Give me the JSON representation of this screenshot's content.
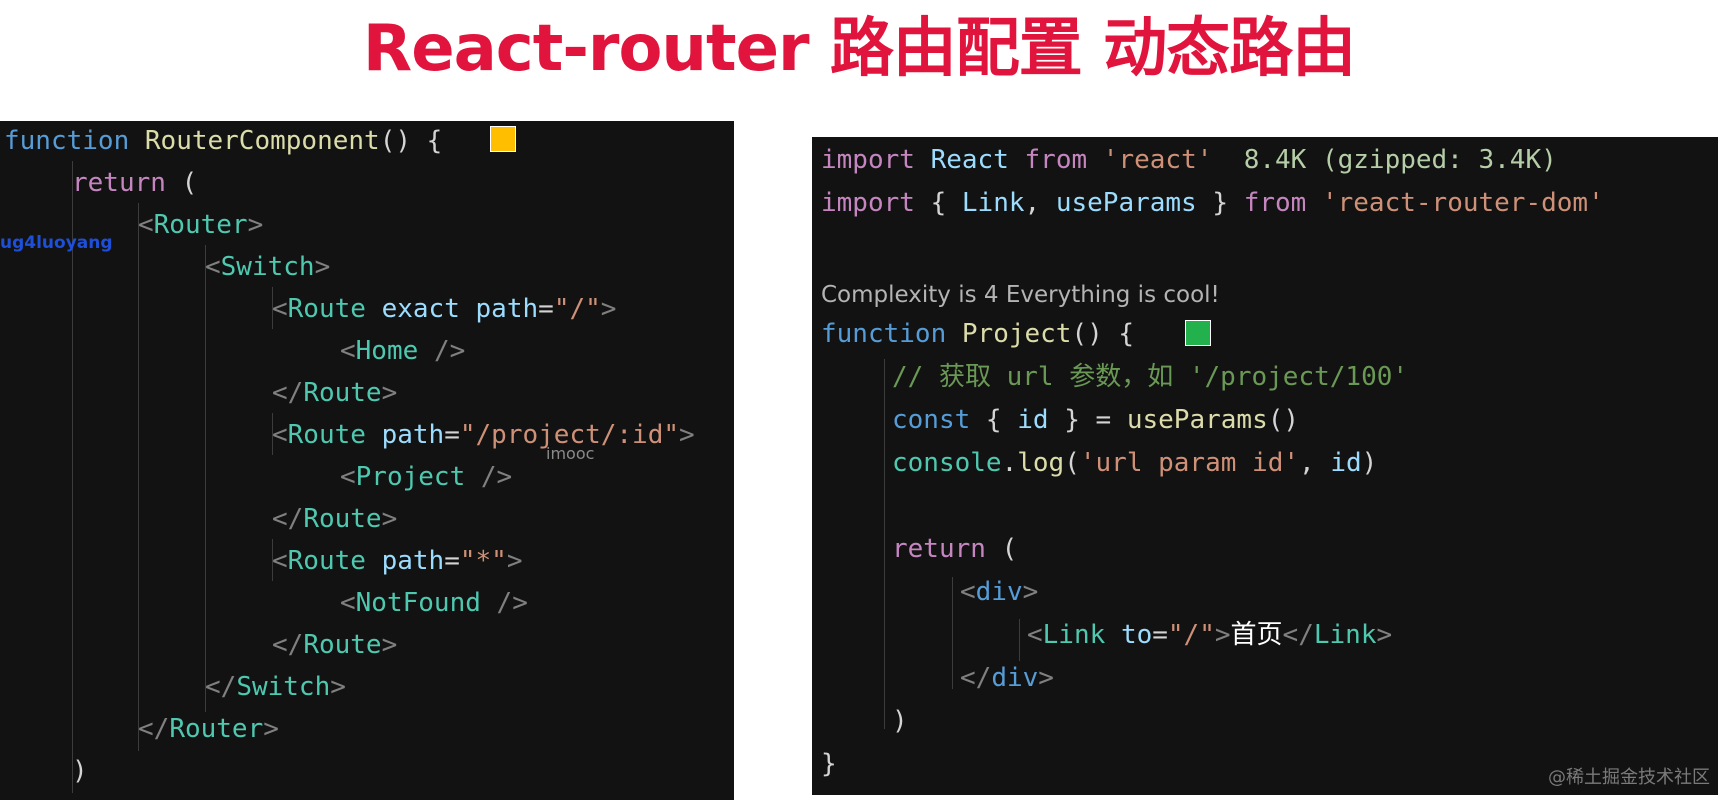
{
  "title": "React-router 路由配置 动态路由",
  "colors": {
    "title": "#e0143c",
    "panel_bg": "#121212",
    "keyword_purple": "#c586c0",
    "keyword_blue": "#569cd6",
    "tag": "#4ec9b0",
    "attribute": "#9cdcfe",
    "string": "#ce9178",
    "function_name": "#dcdcaa",
    "comment": "#6a9955",
    "swatch_yellow": "#ffbf00",
    "swatch_green": "#22b14c"
  },
  "left": {
    "overlay_user": "ug4luoyang",
    "overlay_mark": "imooc",
    "lines": [
      [
        [
          "k-blue",
          "function"
        ],
        [
          "k-white",
          " "
        ],
        [
          "k-fn",
          "RouterComponent"
        ],
        [
          "k-white",
          "() { "
        ]
      ],
      [
        [
          "k-purple",
          "return"
        ],
        [
          "k-white",
          " ("
        ]
      ],
      [
        [
          "k-punc",
          "<"
        ],
        [
          "k-tag",
          "Router"
        ],
        [
          "k-punc",
          ">"
        ]
      ],
      [
        [
          "k-punc",
          "<"
        ],
        [
          "k-tag",
          "Switch"
        ],
        [
          "k-punc",
          ">"
        ]
      ],
      [
        [
          "k-punc",
          "<"
        ],
        [
          "k-tag",
          "Route"
        ],
        [
          "k-white",
          " "
        ],
        [
          "k-attr",
          "exact"
        ],
        [
          "k-white",
          " "
        ],
        [
          "k-attr",
          "path"
        ],
        [
          "k-white",
          "="
        ],
        [
          "k-str",
          "\"/\""
        ],
        [
          "k-punc",
          ">"
        ]
      ],
      [
        [
          "k-punc",
          "<"
        ],
        [
          "k-tag",
          "Home"
        ],
        [
          "k-white",
          " "
        ],
        [
          "k-punc",
          "/>"
        ]
      ],
      [
        [
          "k-punc",
          "</"
        ],
        [
          "k-tag",
          "Route"
        ],
        [
          "k-punc",
          ">"
        ]
      ],
      [
        [
          "k-punc",
          "<"
        ],
        [
          "k-tag",
          "Route"
        ],
        [
          "k-white",
          " "
        ],
        [
          "k-attr",
          "path"
        ],
        [
          "k-white",
          "="
        ],
        [
          "k-str",
          "\"/project/:id\""
        ],
        [
          "k-punc",
          ">"
        ]
      ],
      [
        [
          "k-punc",
          "<"
        ],
        [
          "k-tag",
          "Project"
        ],
        [
          "k-white",
          " "
        ],
        [
          "k-punc",
          "/>"
        ]
      ],
      [
        [
          "k-punc",
          "</"
        ],
        [
          "k-tag",
          "Route"
        ],
        [
          "k-punc",
          ">"
        ]
      ],
      [
        [
          "k-punc",
          "<"
        ],
        [
          "k-tag",
          "Route"
        ],
        [
          "k-white",
          " "
        ],
        [
          "k-attr",
          "path"
        ],
        [
          "k-white",
          "="
        ],
        [
          "k-str",
          "\"*\""
        ],
        [
          "k-punc",
          ">"
        ]
      ],
      [
        [
          "k-punc",
          "<"
        ],
        [
          "k-tag",
          "NotFound"
        ],
        [
          "k-white",
          " "
        ],
        [
          "k-punc",
          "/>"
        ]
      ],
      [
        [
          "k-punc",
          "</"
        ],
        [
          "k-tag",
          "Route"
        ],
        [
          "k-punc",
          ">"
        ]
      ],
      [
        [
          "k-punc",
          "</"
        ],
        [
          "k-tag",
          "Switch"
        ],
        [
          "k-punc",
          ">"
        ]
      ],
      [
        [
          "k-punc",
          "</"
        ],
        [
          "k-tag",
          "Router"
        ],
        [
          "k-punc",
          ">"
        ]
      ],
      [
        [
          "k-white",
          ")"
        ]
      ]
    ]
  },
  "right": {
    "complexity": "Complexity is 4 Everything is cool!",
    "footer_mark": "@稀土掘金技术社区",
    "lines": [
      [
        [
          "k-purple",
          "import"
        ],
        [
          "k-white",
          " "
        ],
        [
          "k-attr",
          "React"
        ],
        [
          "k-white",
          " "
        ],
        [
          "k-purple",
          "from"
        ],
        [
          "k-white",
          " "
        ],
        [
          "k-str",
          "'react'"
        ],
        [
          "k-white",
          "  "
        ],
        [
          "k-size",
          "8.4K (gzipped: 3.4K)"
        ]
      ],
      [
        [
          "k-purple",
          "import"
        ],
        [
          "k-white",
          " { "
        ],
        [
          "k-attr",
          "Link"
        ],
        [
          "k-white",
          ", "
        ],
        [
          "k-attr",
          "useParams"
        ],
        [
          "k-white",
          " } "
        ],
        [
          "k-purple",
          "from"
        ],
        [
          "k-white",
          " "
        ],
        [
          "k-str",
          "'react-router-dom'"
        ]
      ],
      [
        [
          "k-blue",
          "function"
        ],
        [
          "k-white",
          " "
        ],
        [
          "k-fn",
          "Project"
        ],
        [
          "k-white",
          "() { "
        ]
      ],
      [
        [
          "k-comment",
          "// 获取 url 参数，如 '/project/100'"
        ]
      ],
      [
        [
          "k-blue",
          "const"
        ],
        [
          "k-white",
          " { "
        ],
        [
          "k-attr",
          "id"
        ],
        [
          "k-white",
          " } = "
        ],
        [
          "k-fn",
          "useParams"
        ],
        [
          "k-white",
          "()"
        ]
      ],
      [
        [
          "k-tag",
          "console"
        ],
        [
          "k-white",
          "."
        ],
        [
          "k-fn",
          "log"
        ],
        [
          "k-white",
          "("
        ],
        [
          "k-str",
          "'url param id'"
        ],
        [
          "k-white",
          ", "
        ],
        [
          "k-attr",
          "id"
        ],
        [
          "k-white",
          ")"
        ]
      ],
      [
        [
          "k-purple",
          "return"
        ],
        [
          "k-white",
          " ("
        ]
      ],
      [
        [
          "k-punc",
          "<"
        ],
        [
          "k-blue",
          "div"
        ],
        [
          "k-punc",
          ">"
        ]
      ],
      [
        [
          "k-punc",
          "<"
        ],
        [
          "k-tag",
          "Link"
        ],
        [
          "k-white",
          " "
        ],
        [
          "k-attr",
          "to"
        ],
        [
          "k-white",
          "="
        ],
        [
          "k-str",
          "\"/\""
        ],
        [
          "k-punc",
          ">"
        ],
        [
          "k-plain",
          "首页"
        ],
        [
          "k-punc",
          "</"
        ],
        [
          "k-tag",
          "Link"
        ],
        [
          "k-punc",
          ">"
        ]
      ],
      [
        [
          "k-punc",
          "</"
        ],
        [
          "k-blue",
          "div"
        ],
        [
          "k-punc",
          ">"
        ]
      ],
      [
        [
          "k-white",
          ")"
        ]
      ],
      [
        [
          "k-white",
          "}"
        ]
      ]
    ]
  }
}
